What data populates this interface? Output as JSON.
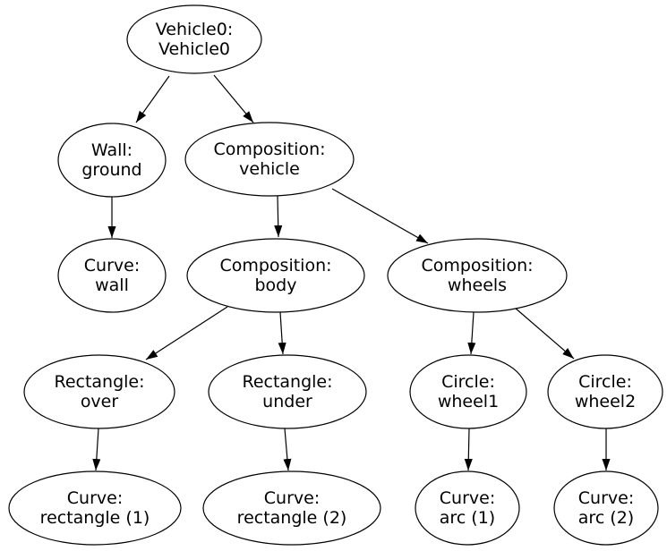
{
  "diagram": {
    "type": "tree-graph",
    "orientation": "top-down",
    "background_color": "#ffffff",
    "node_fill_color": "#ffffff",
    "node_stroke_color": "#000000",
    "edge_color": "#000000",
    "text_color": "#000000",
    "nodes": [
      {
        "id": "vehicle0",
        "label_line1": "Vehicle0:",
        "label_line2": "Vehicle0"
      },
      {
        "id": "wall-ground",
        "label_line1": "Wall:",
        "label_line2": "ground"
      },
      {
        "id": "composition-vehicle",
        "label_line1": "Composition:",
        "label_line2": "vehicle"
      },
      {
        "id": "curve-wall",
        "label_line1": "Curve:",
        "label_line2": "wall"
      },
      {
        "id": "composition-body",
        "label_line1": "Composition:",
        "label_line2": "body"
      },
      {
        "id": "composition-wheels",
        "label_line1": "Composition:",
        "label_line2": "wheels"
      },
      {
        "id": "rectangle-over",
        "label_line1": "Rectangle:",
        "label_line2": "over"
      },
      {
        "id": "rectangle-under",
        "label_line1": "Rectangle:",
        "label_line2": "under"
      },
      {
        "id": "circle-wheel1",
        "label_line1": "Circle:",
        "label_line2": "wheel1"
      },
      {
        "id": "circle-wheel2",
        "label_line1": "Circle:",
        "label_line2": "wheel2"
      },
      {
        "id": "curve-rectangle-1",
        "label_line1": "Curve:",
        "label_line2": "rectangle (1)"
      },
      {
        "id": "curve-rectangle-2",
        "label_line1": "Curve:",
        "label_line2": "rectangle (2)"
      },
      {
        "id": "curve-arc-1",
        "label_line1": "Curve:",
        "label_line2": "arc (1)"
      },
      {
        "id": "curve-arc-2",
        "label_line1": "Curve:",
        "label_line2": "arc (2)"
      }
    ],
    "edges": [
      {
        "from": "vehicle0",
        "to": "wall-ground"
      },
      {
        "from": "vehicle0",
        "to": "composition-vehicle"
      },
      {
        "from": "wall-ground",
        "to": "curve-wall"
      },
      {
        "from": "composition-vehicle",
        "to": "composition-body"
      },
      {
        "from": "composition-vehicle",
        "to": "composition-wheels"
      },
      {
        "from": "composition-body",
        "to": "rectangle-over"
      },
      {
        "from": "composition-body",
        "to": "rectangle-under"
      },
      {
        "from": "composition-wheels",
        "to": "circle-wheel1"
      },
      {
        "from": "composition-wheels",
        "to": "circle-wheel2"
      },
      {
        "from": "rectangle-over",
        "to": "curve-rectangle-1"
      },
      {
        "from": "rectangle-under",
        "to": "curve-rectangle-2"
      },
      {
        "from": "circle-wheel1",
        "to": "curve-arc-1"
      },
      {
        "from": "circle-wheel2",
        "to": "curve-arc-2"
      }
    ]
  }
}
